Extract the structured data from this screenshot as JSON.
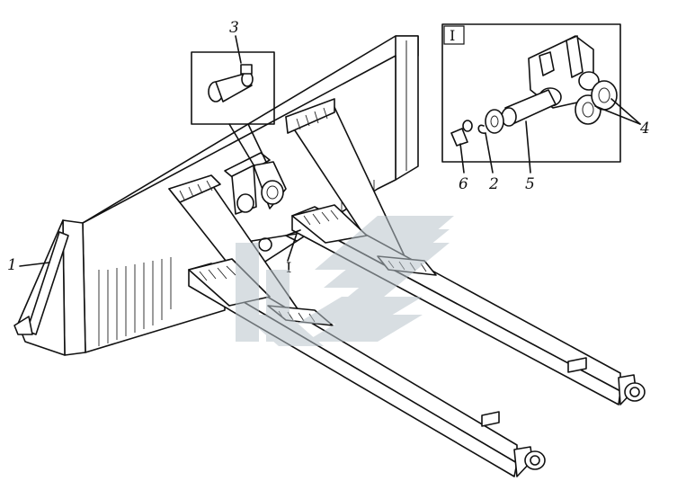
{
  "figure": {
    "callouts": [
      {
        "id": "part-1",
        "text": "1"
      },
      {
        "id": "part-2",
        "text": "2"
      },
      {
        "id": "part-3",
        "text": "3"
      },
      {
        "id": "part-4",
        "text": "4"
      },
      {
        "id": "part-5",
        "text": "5"
      },
      {
        "id": "part-6",
        "text": "6"
      }
    ],
    "detail_view_label": "I",
    "section_marker_label": "I"
  },
  "colors": {
    "ink": "#111111",
    "paper": "#ffffff",
    "watermark": "#b9c4cc"
  },
  "watermark": {
    "icon": "chevron-stripes-logo"
  }
}
